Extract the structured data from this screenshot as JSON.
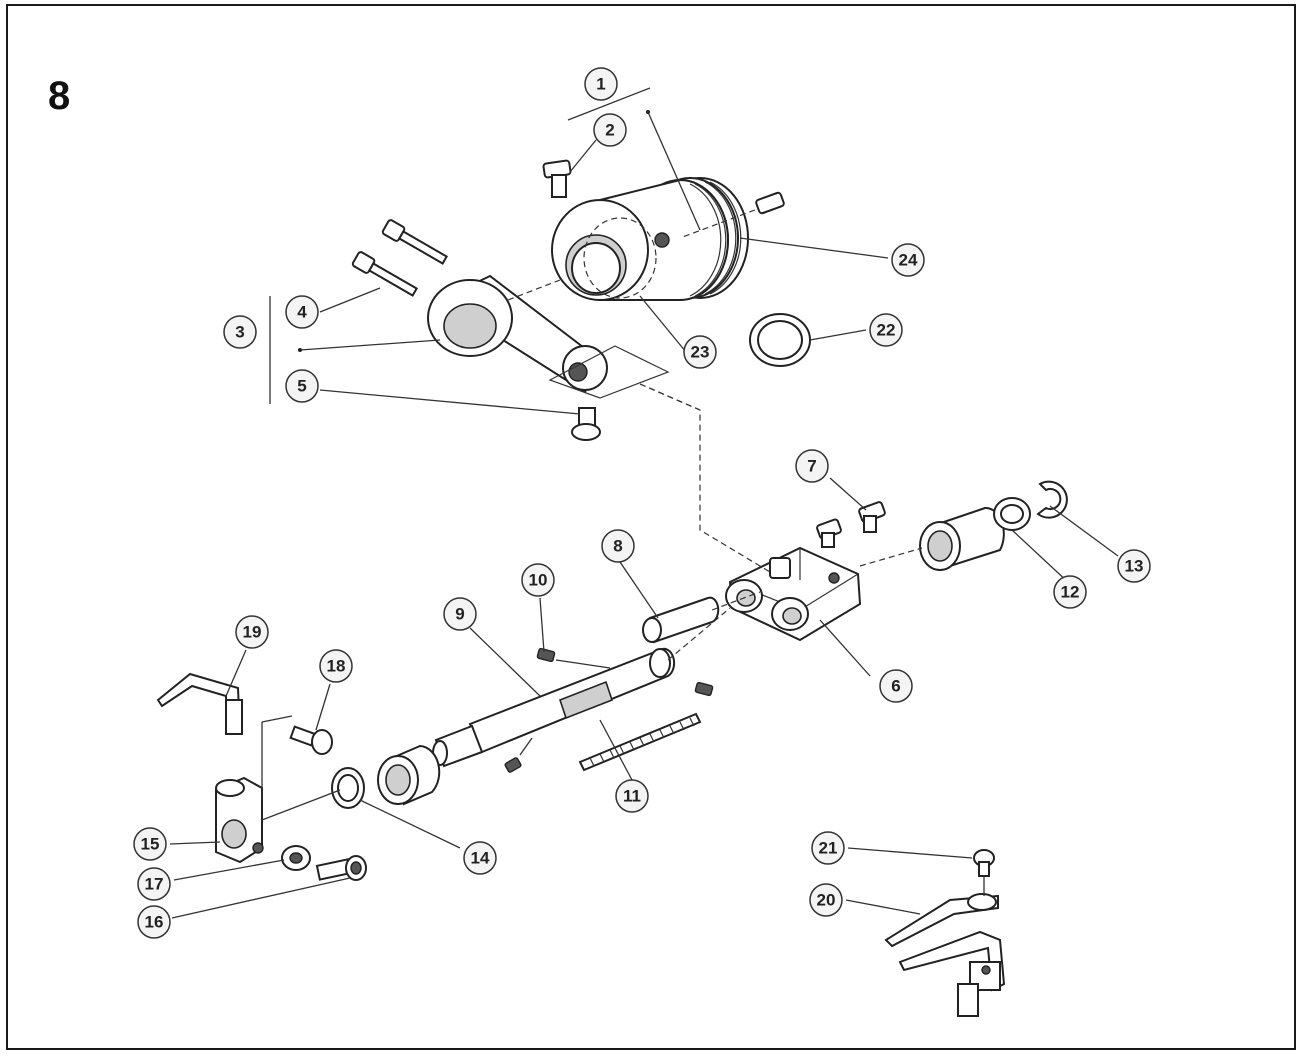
{
  "page_number": "8",
  "callouts": [
    {
      "id": "c1",
      "label": "1"
    },
    {
      "id": "c2",
      "label": "2"
    },
    {
      "id": "c3",
      "label": "3"
    },
    {
      "id": "c4",
      "label": "4"
    },
    {
      "id": "c5",
      "label": "5"
    },
    {
      "id": "c6",
      "label": "6"
    },
    {
      "id": "c7",
      "label": "7"
    },
    {
      "id": "c8",
      "label": "8"
    },
    {
      "id": "c9",
      "label": "9"
    },
    {
      "id": "c10",
      "label": "10"
    },
    {
      "id": "c11",
      "label": "11"
    },
    {
      "id": "c12",
      "label": "12"
    },
    {
      "id": "c13",
      "label": "13"
    },
    {
      "id": "c14",
      "label": "14"
    },
    {
      "id": "c15",
      "label": "15"
    },
    {
      "id": "c16",
      "label": "16"
    },
    {
      "id": "c17",
      "label": "17"
    },
    {
      "id": "c18",
      "label": "18"
    },
    {
      "id": "c19",
      "label": "19"
    },
    {
      "id": "c20",
      "label": "20"
    },
    {
      "id": "c21",
      "label": "21"
    },
    {
      "id": "c22",
      "label": "22"
    },
    {
      "id": "c23",
      "label": "23"
    },
    {
      "id": "c24",
      "label": "24"
    }
  ]
}
